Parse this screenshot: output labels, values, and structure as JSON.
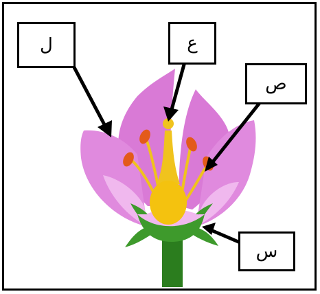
{
  "labels": {
    "petal": "ل",
    "stigma": "ع",
    "anther": "ص",
    "sepal": "س"
  },
  "colors": {
    "petal": "#d97ad6",
    "petal_inner": "#f0b8ee",
    "style": "#f0c31d",
    "ovary": "#f4c20f",
    "anther": "#e35a1a",
    "sepal": "#3e9a2c",
    "stem": "#2b7d1e"
  }
}
